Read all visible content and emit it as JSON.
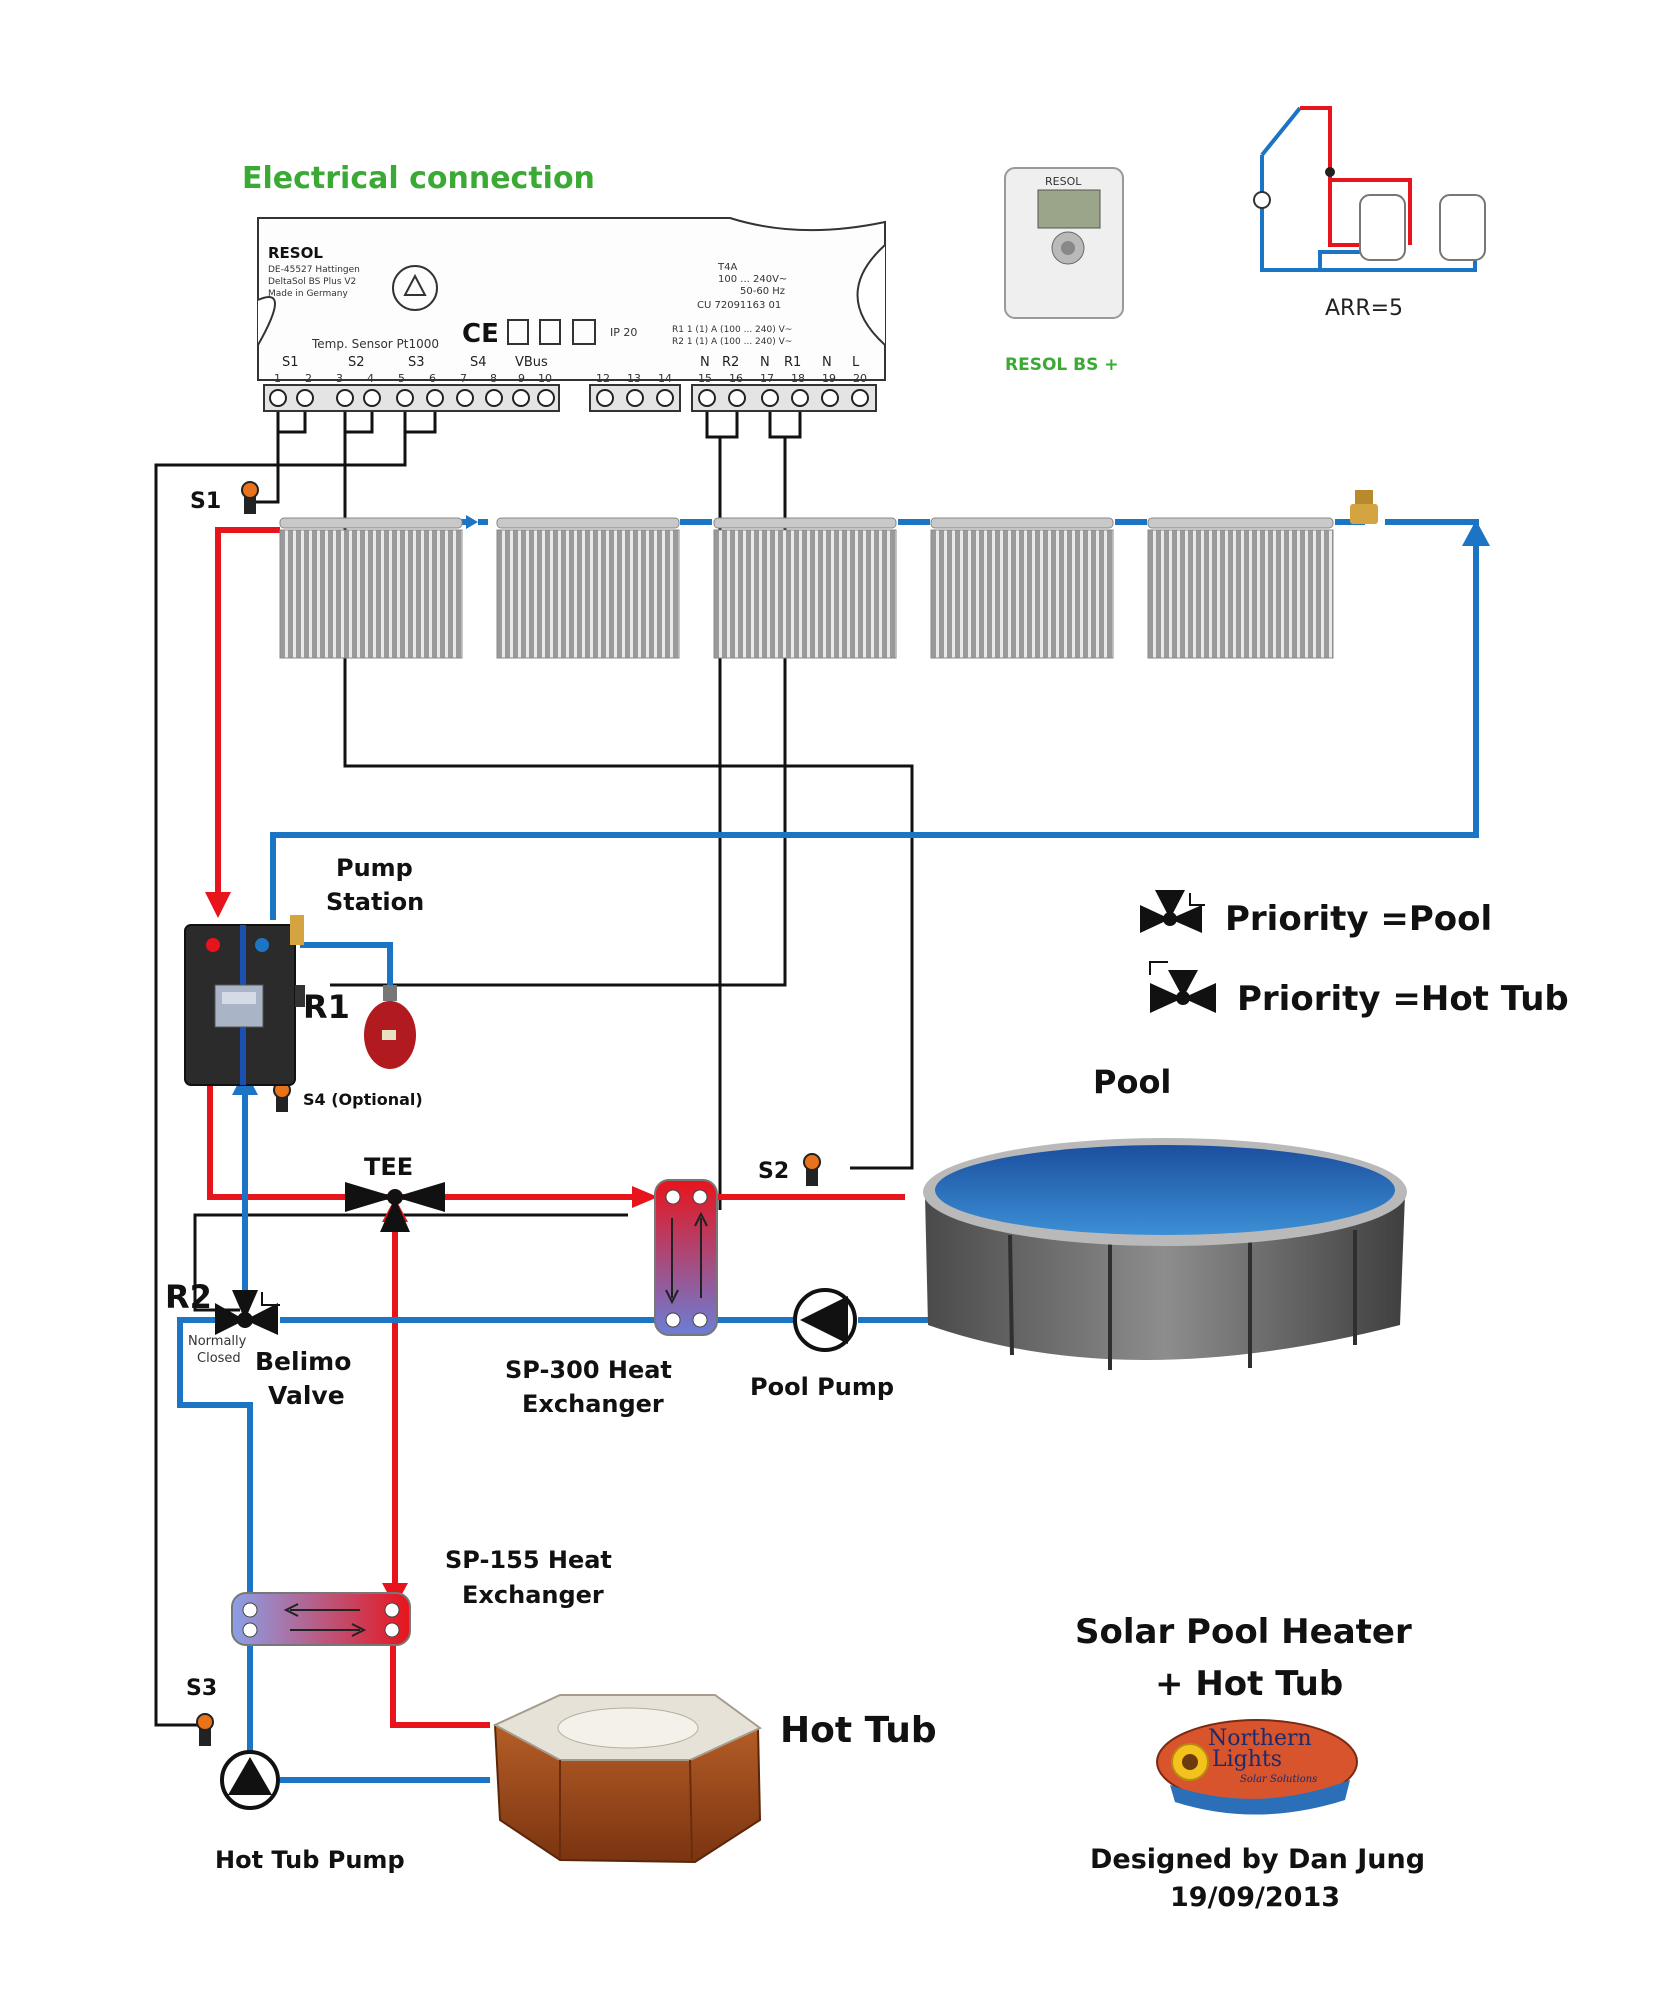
{
  "header": {
    "electrical_connection": "Electrical connection"
  },
  "controller": {
    "brand": "RESOL",
    "info_lines": [
      "DE-45527 Hattingen",
      "DeltaSol BS Plus V2",
      "Made in Germany"
    ],
    "sensor_caption": "Temp. Sensor Pt1000",
    "ip_rating": "IP 20",
    "fuse_lines": [
      "T4A",
      "100 ... 240V~",
      "50-60 Hz"
    ],
    "cu_code": "CU 72091163 01",
    "relay_lines": [
      "R1 1 (1) A (100 ... 240) V~",
      "R2 1 (1) A (100 ... 240) V~"
    ],
    "ce_mark": "CE",
    "sensor_groups": [
      "S1",
      "S2",
      "S3",
      "S4",
      "VBus"
    ],
    "terminal_numbers": [
      "1",
      "2",
      "3",
      "4",
      "5",
      "6",
      "7",
      "8",
      "9",
      "10",
      "12",
      "13",
      "14",
      "15",
      "16",
      "17",
      "18",
      "19",
      "20"
    ],
    "relay_group_labels": [
      "N",
      "R2",
      "N",
      "R1",
      "N",
      "L"
    ]
  },
  "device_photo": {
    "brand": "RESOL",
    "caption": "RESOL BS +"
  },
  "scheme_icon": {
    "caption": "ARR=5"
  },
  "labels": {
    "s1": "S1",
    "s2": "S2",
    "s3": "S3",
    "s4": "S4 (Optional)",
    "pump_station_line1": "Pump",
    "pump_station_line2": "Station",
    "r1": "R1",
    "r2": "R2",
    "normally_line1": "Normally",
    "normally_line2": "Closed",
    "belimo_line1": "Belimo",
    "belimo_line2": "Valve",
    "tee": "TEE",
    "sp300_line1": "SP-300 Heat",
    "sp300_line2": "Exchanger",
    "pool_pump": "Pool Pump",
    "sp155_line1": "SP-155 Heat",
    "sp155_line2": "Exchanger",
    "hot_tub": "Hot Tub",
    "hot_tub_pump": "Hot Tub Pump",
    "pool": "Pool"
  },
  "legend": {
    "priority_pool": "Priority =Pool",
    "priority_hot_tub": "Priority =Hot Tub"
  },
  "title": {
    "line1": "Solar Pool Heater",
    "line2": "+ Hot Tub"
  },
  "logo": {
    "line1": "Northern",
    "line2": "Lights",
    "line3": "Solar Solutions"
  },
  "credit": {
    "designer": "Designed by Dan Jung",
    "date": "19/09/2013"
  },
  "colors": {
    "hot_pipe": "#e8141c",
    "cold_pipe": "#1b75c4",
    "wire": "#111111",
    "title_green": "#3aaa35",
    "sensor_orange": "#e8731a"
  }
}
